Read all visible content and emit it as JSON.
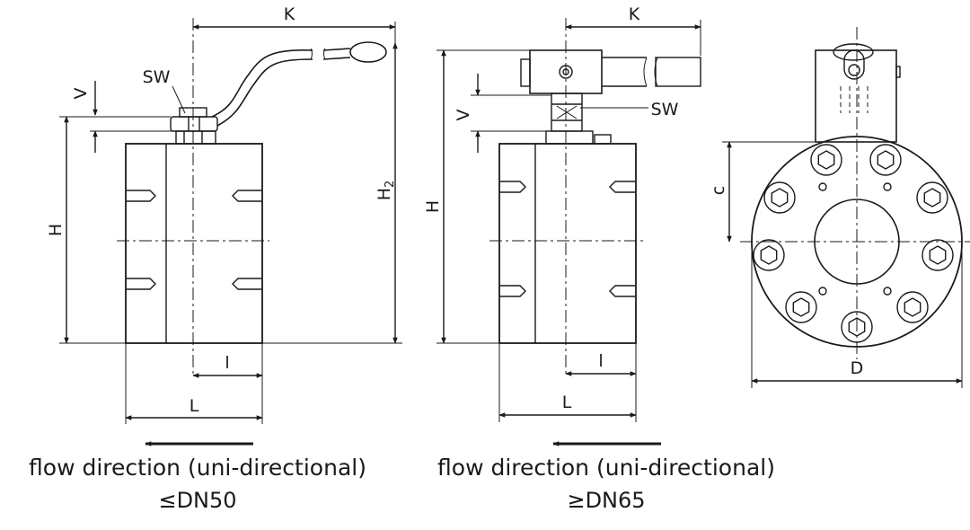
{
  "left_view": {
    "labels": {
      "K": "K",
      "SW": "SW",
      "V": "V",
      "H": "H",
      "H2": "H",
      "H2_sub": "2",
      "l": "l",
      "L": "L"
    },
    "caption_flow": "flow direction (uni-directional)",
    "caption_size": "≤DN50"
  },
  "middle_view": {
    "labels": {
      "K": "K",
      "SW": "SW",
      "V": "V",
      "H": "H",
      "l": "l",
      "L": "L"
    },
    "caption_flow": "flow direction (uni-directional)",
    "caption_size": "≥DN65"
  },
  "right_view": {
    "labels": {
      "c": "c",
      "D": "D"
    }
  },
  "colors": {
    "line": "#1a1a1a",
    "background": "#ffffff"
  }
}
